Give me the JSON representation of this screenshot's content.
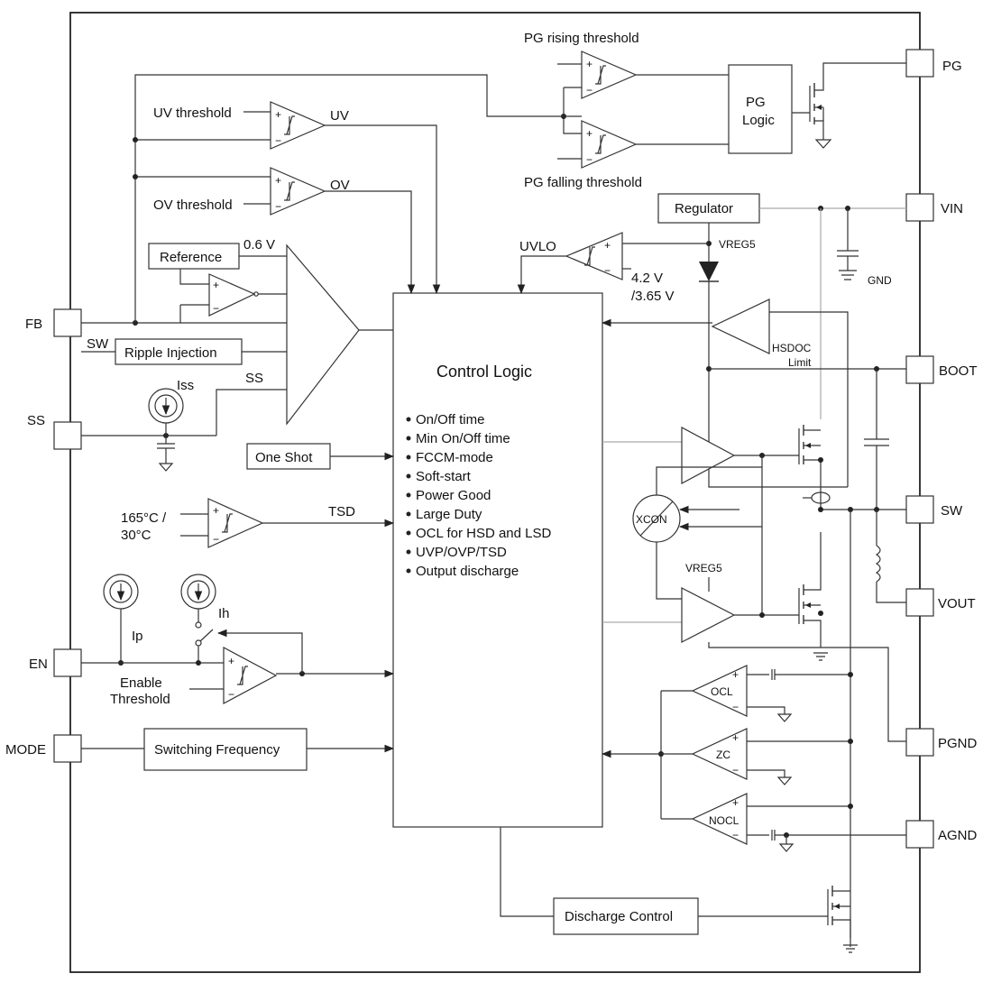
{
  "pins": {
    "pg": "PG",
    "vin": "VIN",
    "boot": "BOOT",
    "sw": "SW",
    "vout": "VOUT",
    "pgnd": "PGND",
    "agnd": "AGND",
    "fb": "FB",
    "ss": "SS",
    "en": "EN",
    "mode": "MODE"
  },
  "blocks": {
    "pg_logic_line1": "PG",
    "pg_logic_line2": "Logic",
    "regulator": "Regulator",
    "reference": "Reference",
    "ripple_injection": "Ripple Injection",
    "one_shot": "One Shot",
    "switching_frequency": "Switching Frequency",
    "discharge_control": "Discharge Control",
    "control_logic_title": "Control Logic",
    "xcon": "XCON"
  },
  "control_logic_features": [
    "On/Off time",
    "Min On/Off time",
    "FCCM-mode",
    "Soft-start",
    "Power Good",
    "Large Duty",
    "OCL for HSD and LSD",
    "UVP/OVP/TSD",
    "Output discharge"
  ],
  "labels": {
    "pg_rising": "PG rising threshold",
    "pg_falling": "PG falling threshold",
    "uv_threshold": "UV threshold",
    "uv": "UV",
    "ov_threshold": "OV threshold",
    "ov": "OV",
    "ref_voltage": "0.6 V",
    "sw_in": "SW",
    "ss_net": "SS",
    "iss": "Iss",
    "uvlo": "UVLO",
    "vreg5_top": "VREG5",
    "uvlo_th1": "4.2 V",
    "uvlo_th2": "/3.65 V",
    "gnd": "GND",
    "hsdoc_line1": "HSDOC",
    "hsdoc_line2": "Limit",
    "tsd_temp1": "165°C /",
    "tsd_temp2": "30°C",
    "tsd": "TSD",
    "ip": "Ip",
    "ih": "Ih",
    "enable_th1": "Enable",
    "enable_th2": "Threshold",
    "vreg5_bot": "VREG5",
    "ocl": "OCL",
    "zc": "ZC",
    "nocl": "NOCL",
    "plus": "+",
    "minus": "−"
  }
}
